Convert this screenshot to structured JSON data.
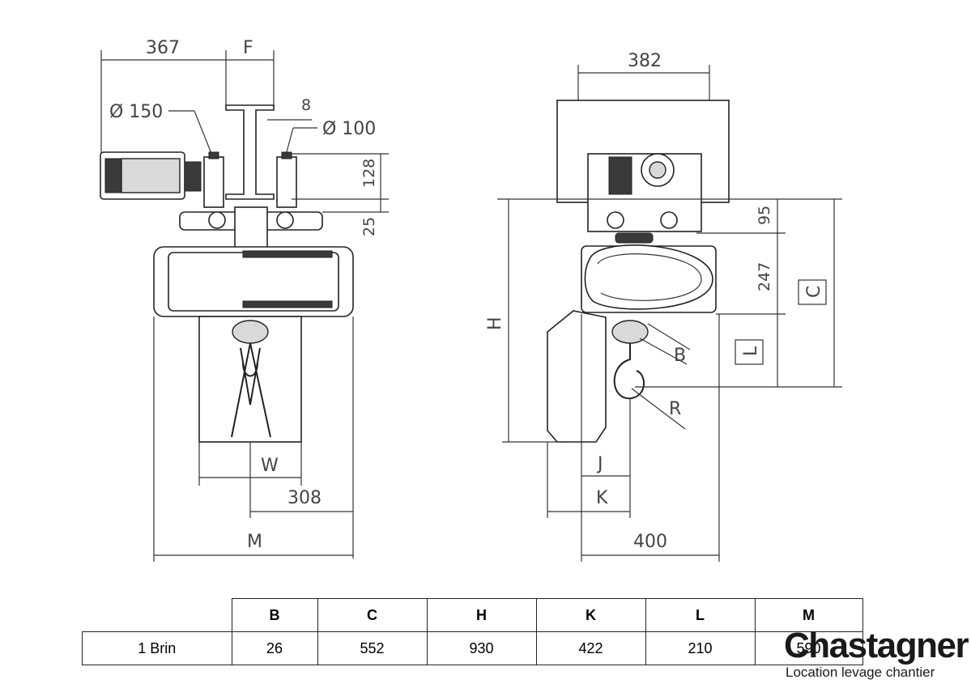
{
  "dimensions": {
    "d367": "367",
    "dF": "F",
    "d8": "8",
    "d150": "Ø 150",
    "d100": "Ø 100",
    "d128": "128",
    "d25": "25",
    "dW": "W",
    "d308": "308",
    "dM": "M",
    "d382": "382",
    "d95": "95",
    "d247": "247",
    "dC": "C",
    "dL": "L",
    "dH": "H",
    "dB": "B",
    "dR": "R",
    "dJ": "J",
    "dK": "K",
    "d400": "400"
  },
  "table": {
    "headers": [
      "",
      "B",
      "C",
      "H",
      "K",
      "L",
      "M"
    ],
    "rows": [
      [
        "1 Brin",
        "26",
        "552",
        "930",
        "422",
        "210",
        "590"
      ]
    ]
  },
  "logo": {
    "name": "Chastagner",
    "tagline": "Location levage chantier"
  }
}
